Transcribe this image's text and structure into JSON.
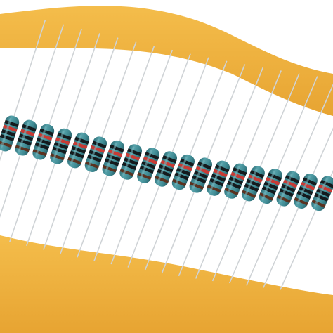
{
  "scene": {
    "subject": "resistor-tape-strip",
    "resistor_count": 19,
    "colors": {
      "background": "#ffffff",
      "tape": "#f0b23c",
      "tape_dark": "#d89a2a",
      "lead": "#cfd3d6",
      "body": "#3f8a93",
      "body_highlight": "#78b7bd",
      "band_black": "#141a1d",
      "band_red": "#c73a34",
      "band_brown": "#5a3220"
    },
    "band_order": [
      "black",
      "red",
      "black",
      "black",
      "brown"
    ]
  }
}
